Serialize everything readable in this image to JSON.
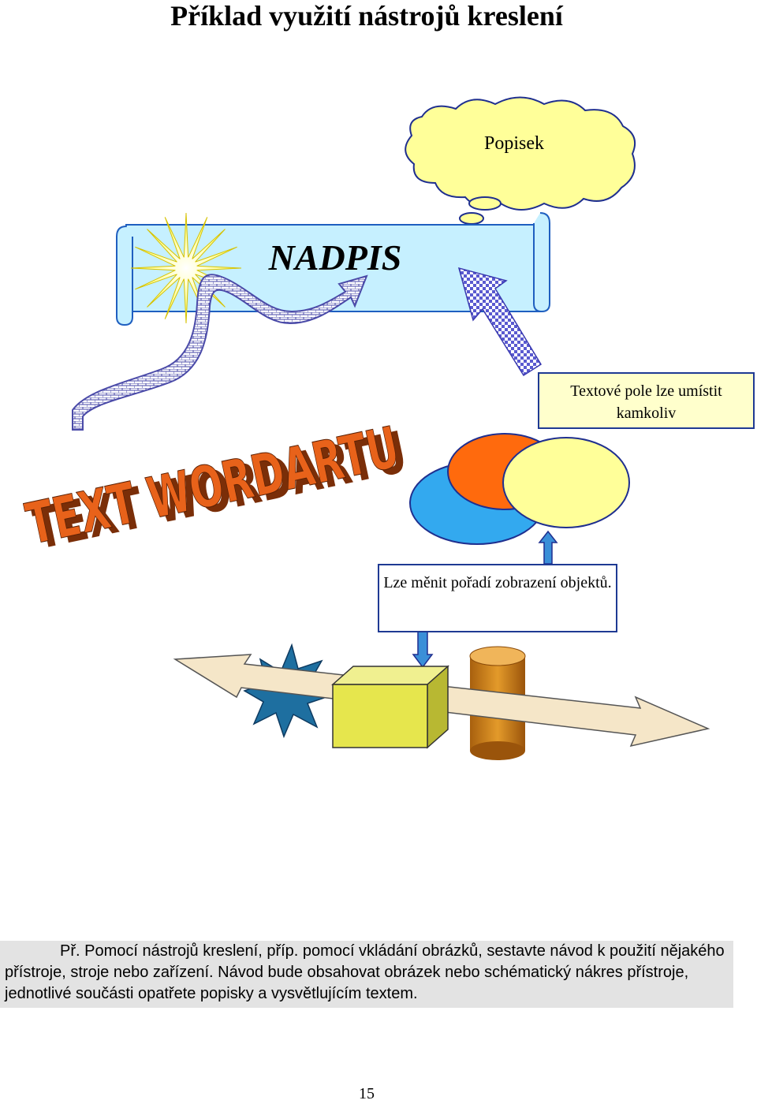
{
  "title": "Příklad využití nástrojů kreslení",
  "callout_text": "Popisek",
  "banner_heading": "NADPIS",
  "textbox_text": "Textové pole lze umístit kamkoliv",
  "wordart_text": "TEXT WORDARTU",
  "order_box_text": "Lze měnit pořadí zobrazení objektů.",
  "exercise": {
    "label": "Př.",
    "text": "Pomocí nástrojů kreslení, příp. pomocí vkládání obrázků, sestavte návod k použití nějakého přístroje, stroje nebo zařízení. Návod bude obsahovat obrázek nebo schématický nákres přístroje, jednotlivé součásti opatřete popisky a vysvětlujícím textem."
  },
  "page_number": "15",
  "colors": {
    "banner_fill": "#c6f0ff",
    "callout_fill": "#ffff99",
    "wordart_orange": "#e8621a",
    "oval_blue": "#33a9ef",
    "oval_orange": "#ff6a0d",
    "oval_yellow": "#ffff99",
    "cube_fill": "#e6e64d",
    "cylinder_fill": "#d98a1e",
    "star_fill": "#1e6fa0",
    "arrow_fill": "#f5e6c8"
  },
  "icons": [
    "sun-icon",
    "brick-arrow-icon",
    "checker-arrow-icon",
    "explosion-icon",
    "cube-icon",
    "cylinder-icon",
    "double-arrow-icon"
  ]
}
